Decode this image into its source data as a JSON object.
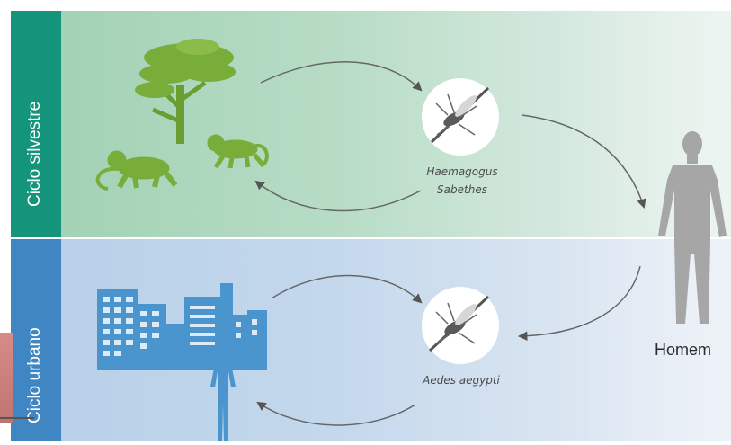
{
  "cycles": {
    "sylvatic": {
      "label": "Ciclo silvestre",
      "vector_names": [
        "Haemagogus",
        "Sabethes"
      ],
      "color": "#14947a"
    },
    "urban": {
      "label": "Ciclo urbano",
      "vector_name": "Aedes aegypti",
      "color": "#3f86c2"
    }
  },
  "host": {
    "label": "Homem"
  },
  "icons": [
    "tree-icon",
    "monkey-icon",
    "mosquito-icon",
    "buildings-icon",
    "person-icon",
    "human-figure-icon"
  ]
}
